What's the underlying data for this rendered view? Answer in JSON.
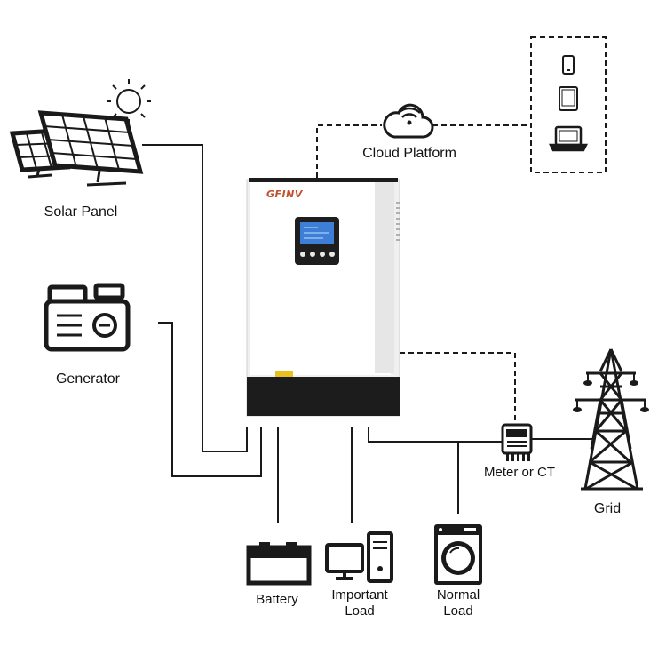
{
  "diagram": {
    "labels": {
      "solar_panel": "Solar Panel",
      "generator": "Generator",
      "cloud_platform": "Cloud Platform",
      "meter": "Meter or CT",
      "grid": "Grid",
      "battery": "Battery",
      "important_load_line1": "Important",
      "important_load_line2": "Load",
      "normal_load_line1": "Normal",
      "normal_load_line2": "Load"
    },
    "inverter": {
      "brand": "GFINV"
    },
    "icons": [
      "sun-icon",
      "solar-panel-icon",
      "generator-icon",
      "cloud-wifi-icon",
      "phone-icon",
      "tablet-icon",
      "laptop-icon",
      "inverter-device",
      "meter-icon",
      "transmission-tower-icon",
      "battery-icon",
      "computer-icon",
      "washing-machine-icon"
    ],
    "colors": {
      "line": "#1a1a1a",
      "inverter_body": "#f2f2f2",
      "inverter_base": "#1c1c1c",
      "screen": "#3d7fd6"
    }
  }
}
